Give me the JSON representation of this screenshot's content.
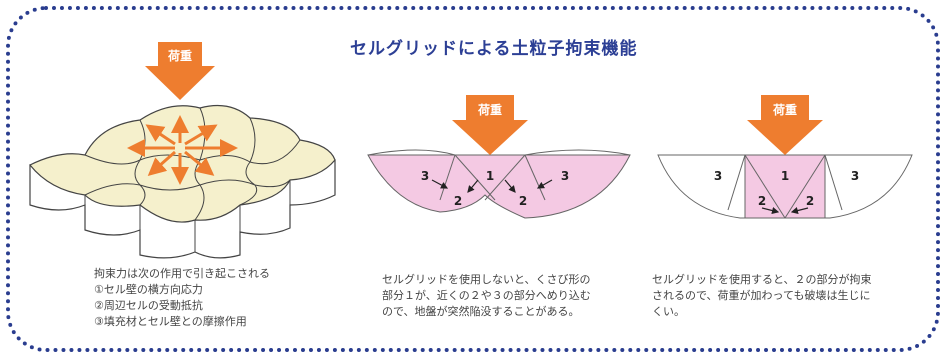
{
  "title": "セルグリッドによる土粒子拘束機能",
  "load_label": "荷重",
  "figure1": {
    "notes": [
      "拘束力は次の作用で引き起こされる",
      "①セル壁の横方向応力",
      "②周辺セルの受動抵抗",
      "③填充材とセル壁との摩擦作用"
    ]
  },
  "figure2": {
    "zone_labels": [
      "1",
      "2",
      "2",
      "3",
      "3"
    ],
    "notes": [
      "セルグリッドを使用しないと、くさび形の",
      "部分１が、近くの２や３の部分へめり込む",
      "ので、地盤が突然陥没することがある。"
    ]
  },
  "figure3": {
    "zone_labels": [
      "1",
      "2",
      "2",
      "3",
      "3"
    ],
    "notes": [
      "セルグリッドを使用すると、２の部分が拘束",
      "されるので、荷重が加わっても破壊は生じに",
      "くい。"
    ]
  },
  "colors": {
    "frame": "#2a3d8f",
    "title": "#2c3f95",
    "arrow": "#ee7d2f",
    "pink": "#f4c9e3",
    "cell_top": "#f5f0cc"
  }
}
